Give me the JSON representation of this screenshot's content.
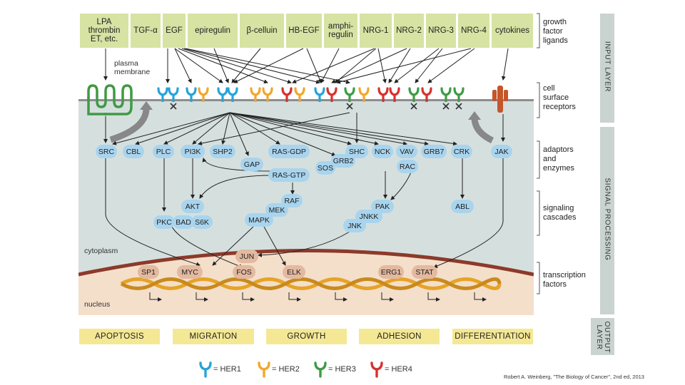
{
  "ligands": [
    "LPA\nthrombin\nET, etc.",
    "TGF-α",
    "EGF",
    "epiregulin",
    "β-celluin",
    "HB-EGF",
    "amphi-\nregulin",
    "NRG-1",
    "NRG-2",
    "NRG-3",
    "NRG-4",
    "cytokines"
  ],
  "labels": {
    "plasma_membrane": "plasma\nmembrane",
    "cytoplasm": "cytoplasm",
    "nucleus": "nucleus"
  },
  "right_labels": {
    "growth_factor_ligands": "growth\nfactor\nligands",
    "cell_surface_receptors": "cell\nsurface\nreceptors",
    "adaptors_enzymes": "adaptors\nand\nenzymes",
    "signaling_cascades": "signaling\ncascades",
    "transcription_factors": "transcription\nfactors"
  },
  "layers": {
    "input": "INPUT LAYER",
    "signal": "SIGNAL PROCESSING",
    "output": "OUTPUT\nLAYER"
  },
  "nodes": {
    "src": "SRC",
    "cbl": "CBL",
    "plc": "PLC",
    "pi3k": "PI3K",
    "shp2": "SHP2",
    "gap": "GAP",
    "rasgdp": "RAS-GDP",
    "rasgtp": "RAS-GTP",
    "sos": "SOS",
    "grb2": "GRB2",
    "shc": "SHC",
    "nck": "NCK",
    "vav": "VAV",
    "grb7": "GRB7",
    "crk": "CRK",
    "jak": "JAK",
    "rac": "RAC",
    "akt": "AKT",
    "pkc": "PKC",
    "bad": "BAD",
    "s6k": "S6K",
    "raf": "RAF",
    "mek": "MEK",
    "mapk": "MAPK",
    "pak": "PAK",
    "jnkk": "JNKK",
    "jnk": "JNK",
    "abl": "ABL"
  },
  "tfs": {
    "jun": "JUN",
    "sp1": "SP1",
    "myc": "MYC",
    "fos": "FOS",
    "elk": "ELK",
    "erg1": "ERG1",
    "stat": "STAT"
  },
  "outputs": [
    "APOPTOSIS",
    "MIGRATION",
    "GROWTH",
    "ADHESION",
    "DIFFERENTIATION"
  ],
  "legend": [
    {
      "label": "= HER1",
      "color": "#29a3d9"
    },
    {
      "label": "= HER2",
      "color": "#f2a72c"
    },
    {
      "label": "= HER3",
      "color": "#3e9b46"
    },
    {
      "label": "= HER4",
      "color": "#d8312f"
    }
  ],
  "citation": "Robert A. Weinberg, \"The Biology of Cancer\", 2nd ed, 2013"
}
